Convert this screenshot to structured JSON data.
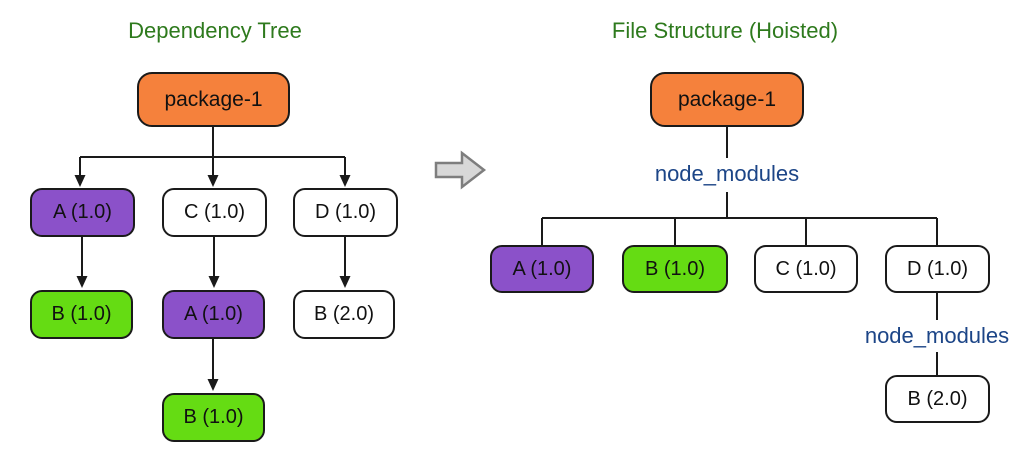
{
  "left_panel": {
    "title": "Dependency Tree",
    "root": {
      "label": "package-1",
      "color": "#F5813C"
    },
    "level1": [
      {
        "label": "A (1.0)",
        "color": "#8B51C9"
      },
      {
        "label": "C (1.0)",
        "color": "#FFFFFF"
      },
      {
        "label": "D (1.0)",
        "color": "#FFFFFF"
      }
    ],
    "level2": [
      {
        "label": "B (1.0)",
        "color": "#65DC13"
      },
      {
        "label": "A (1.0)",
        "color": "#8B51C9"
      },
      {
        "label": "B (2.0)",
        "color": "#FFFFFF"
      }
    ],
    "level3": [
      {
        "label": "B (1.0)",
        "color": "#65DC13"
      }
    ],
    "edges": [
      "package-1 -> A (1.0)",
      "package-1 -> C (1.0)",
      "package-1 -> D (1.0)",
      "A (1.0) -> B (1.0)",
      "C (1.0) -> A (1.0)",
      "D (1.0) -> B (2.0)",
      "A (1.0) -> B (1.0)"
    ]
  },
  "transform": {
    "icon": "right-block-arrow",
    "fill": "#D8D8D8",
    "stroke": "#7E7E7E"
  },
  "right_panel": {
    "title": "File Structure (Hoisted)",
    "root": {
      "label": "package-1",
      "color": "#F5813C"
    },
    "folder1": {
      "label": "node_modules"
    },
    "children": [
      {
        "label": "A (1.0)",
        "color": "#8B51C9"
      },
      {
        "label": "B (1.0)",
        "color": "#65DC13"
      },
      {
        "label": "C (1.0)",
        "color": "#FFFFFF"
      },
      {
        "label": "D (1.0)",
        "color": "#FFFFFF"
      }
    ],
    "folder2": {
      "label": "node_modules"
    },
    "nested": [
      {
        "label": "B (2.0)",
        "color": "#FFFFFF"
      }
    ]
  },
  "colors": {
    "title_green": "#2E7A1D",
    "folder_blue": "#1C4587",
    "line_black": "#1a1a1a"
  }
}
